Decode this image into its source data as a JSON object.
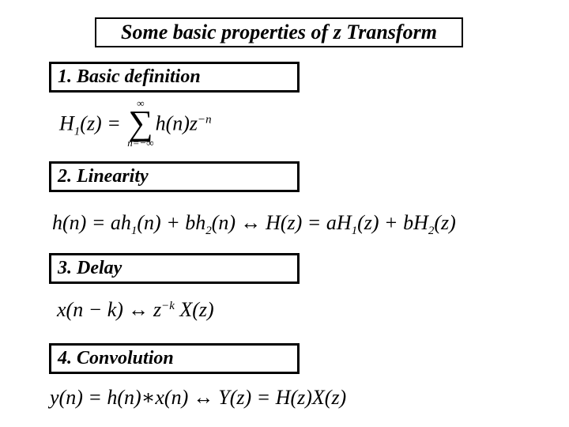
{
  "colors": {
    "ink": "#000000",
    "paper": "#ffffff"
  },
  "title": {
    "text": "Some basic properties of z Transform"
  },
  "sections": [
    {
      "label": "1. Basic definition",
      "formula": [
        {
          "t": "v",
          "v": "H"
        },
        {
          "t": "sub",
          "v": "1"
        },
        {
          "t": "v",
          "v": "(z) = "
        },
        {
          "t": "sum",
          "sym": "∑",
          "top": "∞",
          "bot": "n=−∞"
        },
        {
          "t": "v",
          "v": "h(n)z"
        },
        {
          "t": "sup",
          "v": "−n"
        }
      ]
    },
    {
      "label": "2. Linearity",
      "formula": [
        {
          "t": "v",
          "v": "h(n) = ah"
        },
        {
          "t": "sub",
          "v": "1"
        },
        {
          "t": "v",
          "v": "(n) + bh"
        },
        {
          "t": "sub",
          "v": "2"
        },
        {
          "t": "v",
          "v": "(n)"
        },
        {
          "t": "arr",
          "v": "↔"
        },
        {
          "t": "v",
          "v": "H(z) = aH"
        },
        {
          "t": "sub",
          "v": "1"
        },
        {
          "t": "v",
          "v": "(z) + bH"
        },
        {
          "t": "sub",
          "v": "2"
        },
        {
          "t": "v",
          "v": "(z)"
        }
      ]
    },
    {
      "label": "3. Delay",
      "formula": [
        {
          "t": "v",
          "v": "x(n − k)"
        },
        {
          "t": "arr",
          "v": "↔"
        },
        {
          "t": "v",
          "v": "z"
        },
        {
          "t": "sup",
          "v": "−k"
        },
        {
          "t": "v",
          "v": " X(z)"
        }
      ]
    },
    {
      "label": "4. Convolution",
      "formula": [
        {
          "t": "v",
          "v": "y(n) = h(n)∗x(n)"
        },
        {
          "t": "arr",
          "v": "↔"
        },
        {
          "t": "v",
          "v": "Y(z) = H(z)X(z)"
        }
      ]
    }
  ]
}
